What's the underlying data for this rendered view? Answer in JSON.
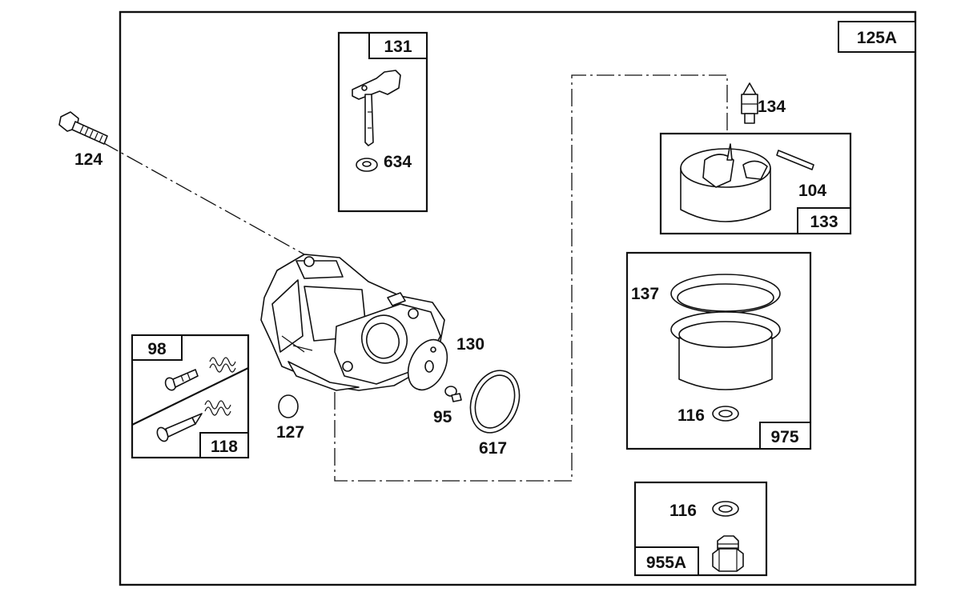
{
  "assembly_label": "125A",
  "kits": {
    "k131": "131",
    "k133": "133",
    "k975": "975",
    "k955a": "955A",
    "k98": "98",
    "k118": "118"
  },
  "parts": {
    "p124": "124",
    "p634": "634",
    "p134": "134",
    "p104": "104",
    "p137": "137",
    "p116a": "116",
    "p116b": "116",
    "p130": "130",
    "p95": "95",
    "p617": "617",
    "p127": "127"
  }
}
